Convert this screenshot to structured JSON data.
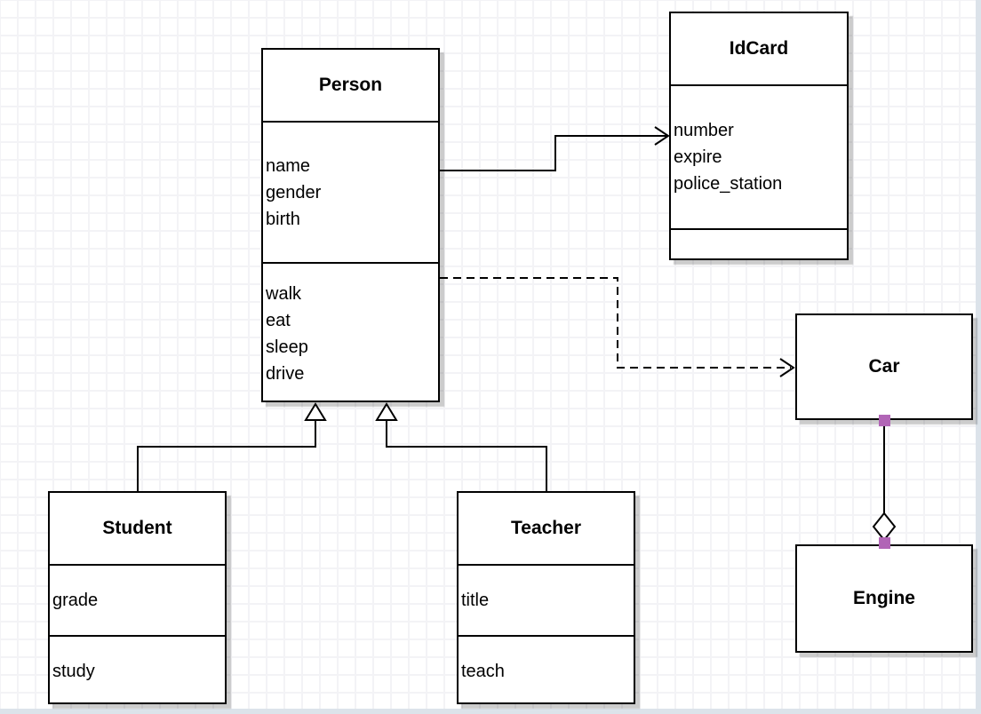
{
  "diagram": {
    "classes": {
      "person": {
        "title": "Person",
        "attributes": [
          "name",
          "gender",
          "birth"
        ],
        "methods": [
          "walk",
          "eat",
          "sleep",
          "drive"
        ]
      },
      "idcard": {
        "title": "IdCard",
        "attributes": [
          "number",
          "expire",
          "police_station"
        ],
        "methods": []
      },
      "car": {
        "title": "Car",
        "attributes": [],
        "methods": []
      },
      "engine": {
        "title": "Engine",
        "attributes": [],
        "methods": []
      },
      "student": {
        "title": "Student",
        "attributes": [
          "grade"
        ],
        "methods": [
          "study"
        ]
      },
      "teacher": {
        "title": "Teacher",
        "attributes": [
          "title"
        ],
        "methods": [
          "teach"
        ]
      }
    },
    "relationships": [
      {
        "type": "association",
        "from": "Person",
        "to": "IdCard",
        "line": "solid",
        "arrow": "open-arrow"
      },
      {
        "type": "dependency",
        "from": "Person",
        "to": "Car",
        "line": "dashed",
        "arrow": "open-arrow"
      },
      {
        "type": "generalization",
        "from": "Student",
        "to": "Person",
        "line": "solid",
        "arrow": "hollow-triangle"
      },
      {
        "type": "generalization",
        "from": "Teacher",
        "to": "Person",
        "line": "solid",
        "arrow": "hollow-triangle"
      },
      {
        "type": "aggregation",
        "from": "Car",
        "to": "Engine",
        "line": "solid",
        "arrow": "hollow-diamond",
        "selected": true
      }
    ],
    "colors": {
      "selection_handle": "#b165b6",
      "box_border": "#000000",
      "box_fill": "#ffffff",
      "grid_line": "#f3f3f6",
      "scrollbar_track": "#dce3ea"
    }
  }
}
